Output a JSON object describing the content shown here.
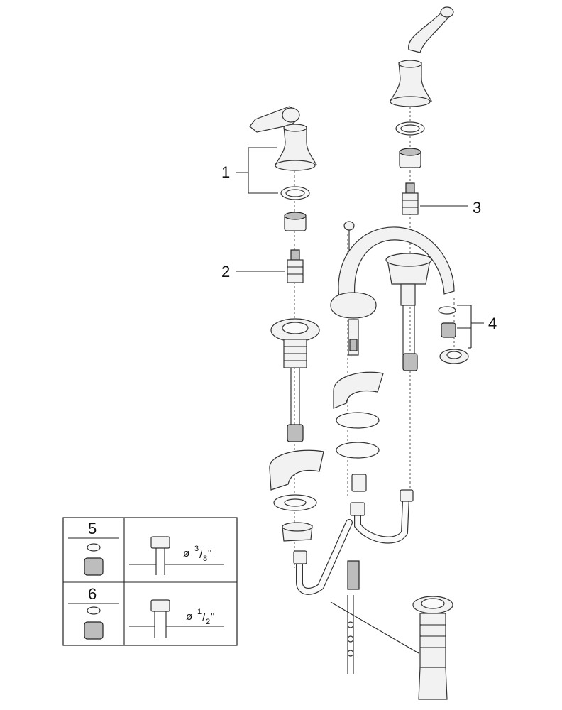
{
  "callouts": [
    {
      "id": "callout-1",
      "label": "1"
    },
    {
      "id": "callout-2",
      "label": "2"
    },
    {
      "id": "callout-3",
      "label": "3"
    },
    {
      "id": "callout-4",
      "label": "4"
    }
  ],
  "table": {
    "rows": [
      {
        "number": "5",
        "diameter_prefix": "ø ",
        "fraction_num": "3",
        "fraction_den": "8",
        "suffix": "\""
      },
      {
        "number": "6",
        "diameter_prefix": "ø ",
        "fraction_num": "1",
        "fraction_den": "2",
        "suffix": "\""
      }
    ]
  }
}
